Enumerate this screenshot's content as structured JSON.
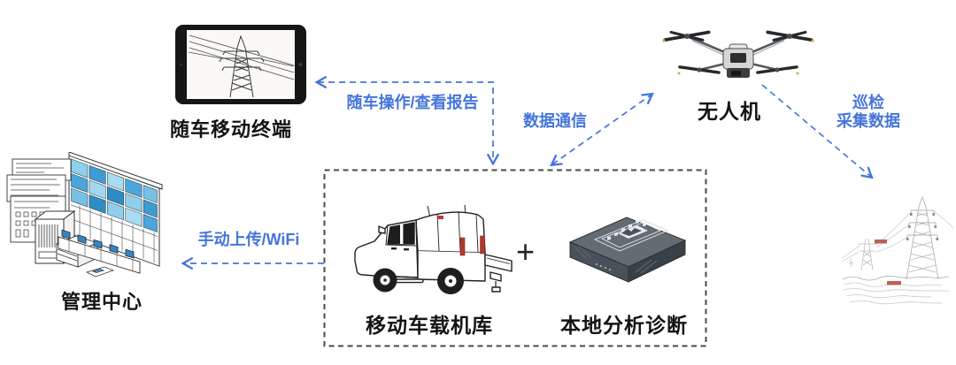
{
  "nodes": {
    "mobile_terminal": {
      "label": "随车移动终端",
      "illustration": "tablet-with-power-tower-photo"
    },
    "drone": {
      "label": "无人机",
      "illustration": "quadcopter-drone"
    },
    "management": {
      "label": "管理中心",
      "illustration": "control-room-video-wall"
    },
    "hangar": {
      "label": "移动车载机库",
      "illustration": "pickup-truck-with-canopy"
    },
    "analysis": {
      "label": "本地分析诊断",
      "illustration": "dark-edge-computing-box"
    },
    "powerline": {
      "illustration": "transmission-towers-sketch"
    },
    "plus": {
      "label": "+"
    }
  },
  "edges": {
    "operate_view": {
      "label": "随车操作/查看报告",
      "style": "dashed-blue",
      "heads": "both"
    },
    "data_comm": {
      "label": "数据通信",
      "style": "dashed-blue",
      "heads": "both"
    },
    "inspection": {
      "line1": "巡检",
      "line2": "采集数据",
      "style": "dashed-blue",
      "heads": "end"
    },
    "manual_upload": {
      "label": "手动上传/WiFi",
      "style": "dashed-blue",
      "heads": "end"
    }
  },
  "colors": {
    "arrow_blue": "#4575DB",
    "node_label": "#141414",
    "group_box_border": "#4a4a4a",
    "taillight_red": "#b3392f",
    "screen_blue": "#3d9bd4"
  }
}
